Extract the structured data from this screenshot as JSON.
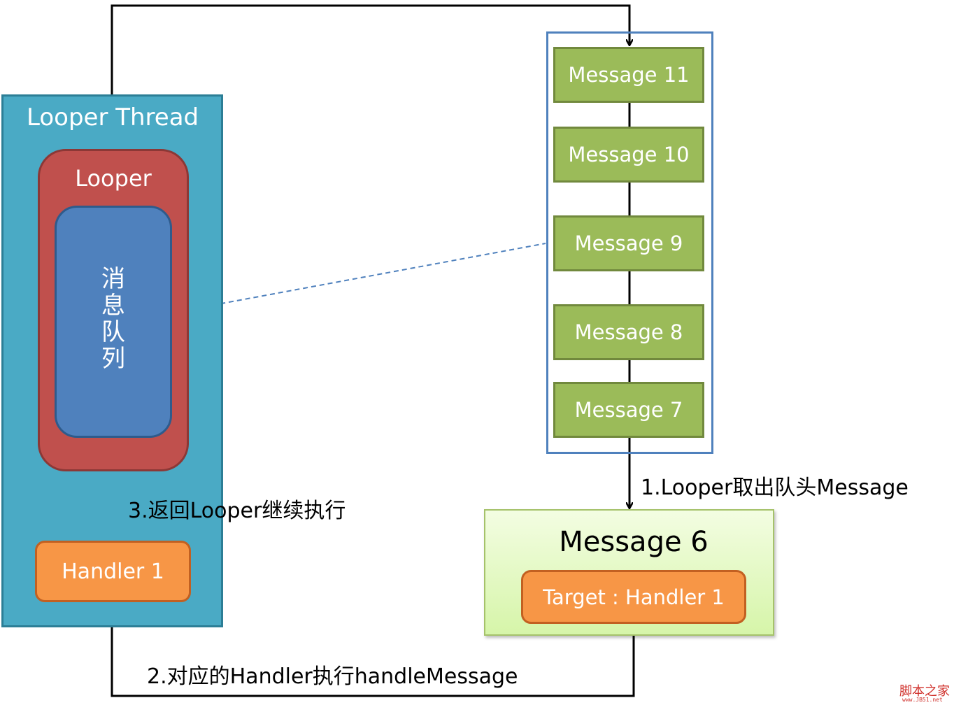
{
  "looper_thread": {
    "title": "Looper Thread"
  },
  "looper": {
    "title": "Looper"
  },
  "message_queue": {
    "label": "消息队列",
    "label_chars": [
      "消",
      "息",
      "队",
      "列"
    ],
    "messages": [
      "Message 11",
      "Message 10",
      "Message 9",
      "Message 8",
      "Message 7"
    ]
  },
  "handler": {
    "label": "Handler 1"
  },
  "current_message": {
    "title": "Message 6",
    "target": "Target : Handler 1"
  },
  "steps": {
    "step1": "1.Looper取出队头Message",
    "step2": "2.对应的Handler执行handleMessage",
    "step3": "3.返回Looper继续执行"
  },
  "watermark": {
    "text": "脚本之家",
    "subtext": "www.JB51.net"
  },
  "colors": {
    "thread": "#4aaac5",
    "looper": "#c0504d",
    "queue": "#4f81bd",
    "message": "#9bbb59",
    "handler": "#f79646",
    "current_message_bg": "#e6f9c6",
    "watermark": "#d0302b"
  }
}
